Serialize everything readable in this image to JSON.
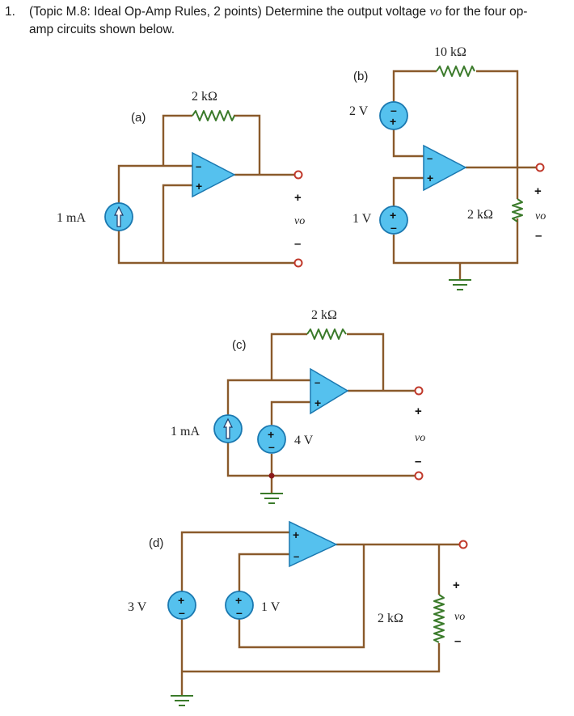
{
  "question": {
    "number": "1.",
    "line1_pre": "(Topic M.8: Ideal Op-Amp Rules, 2 points) Determine the output voltage ",
    "line1_var": "vo",
    "line1_post": " for the four op-",
    "line2": "amp circuits shown below."
  },
  "circuit_a": {
    "label": "(a)",
    "resistor": "2 kΩ",
    "source": "1 mA",
    "out_plus": "+",
    "out_minus": "–",
    "out_var": "vo"
  },
  "circuit_b": {
    "label": "(b)",
    "feedback_resistor": "10 kΩ",
    "top_source": "2 V",
    "bottom_source": "1 V",
    "load_resistor": "2 kΩ",
    "out_plus": "+",
    "out_minus": "–",
    "out_var": "vo"
  },
  "circuit_c": {
    "label": "(c)",
    "resistor": "2 kΩ",
    "current_source": "1 mA",
    "voltage_source": "4 V",
    "out_plus": "+",
    "out_minus": "–",
    "out_var": "vo"
  },
  "circuit_d": {
    "label": "(d)",
    "source_left": "3 V",
    "source_right": "1 V",
    "load_resistor": "2 kΩ",
    "out_plus": "+",
    "out_minus": "–",
    "out_var": "vo"
  },
  "opamp_input_signs": {
    "minus": "–",
    "plus": "+"
  },
  "colors": {
    "wire": "#8a5a2b",
    "resistor": "#3a7a2a",
    "component_fill": "#55c1ee",
    "terminal": "#c0392b"
  }
}
